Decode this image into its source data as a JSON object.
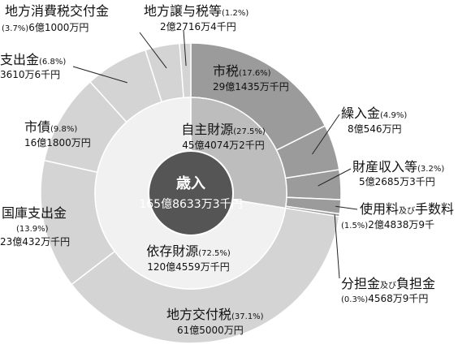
{
  "chart_data": {
    "type": "pie",
    "variant": "two-level donut",
    "colors": {
      "outer_own": "#9b9b9b",
      "outer_dep": "#d4d4d4",
      "inner_own": "#bdbdbd",
      "inner_dep": "#f1f1f1",
      "center": "#555555",
      "stroke": "#ffffff",
      "leader": "#222222"
    },
    "center": {
      "label": "歳入",
      "value": "165億8633万3千円"
    },
    "inner": [
      {
        "name": "自主財源",
        "pct": 27.5,
        "pct_text": "(27.5%)",
        "value": "45億4074万2千円",
        "group": "own"
      },
      {
        "name": "依存財源",
        "pct": 72.5,
        "pct_text": "(72.5%)",
        "value": "120億4559万千円",
        "group": "dep"
      }
    ],
    "outer": [
      {
        "name": "市税",
        "pct": 17.6,
        "pct_text": "(17.6%)",
        "value": "29億1435万千円",
        "group": "own"
      },
      {
        "name": "繰入金",
        "pct": 4.9,
        "pct_text": "(4.9%)",
        "value": "8億546万円",
        "group": "own"
      },
      {
        "name": "財産収入等",
        "pct": 3.2,
        "pct_text": "(3.2%)",
        "value": "5億2685万3千円",
        "group": "own"
      },
      {
        "name": "使用料",
        "name_small": "及び",
        "name2": "手数料",
        "pct": 1.5,
        "pct_text": "(1.5%)",
        "value": "2億4838万9千",
        "group": "own"
      },
      {
        "name": "分担金",
        "name_small": "及び",
        "name2": "負担金",
        "pct": 0.3,
        "pct_text": "(0.3%)",
        "value": "4568万9千円",
        "group": "own"
      },
      {
        "name": "地方交付税",
        "pct": 37.1,
        "pct_text": "(37.1%)",
        "value": "61億5000万円",
        "group": "dep"
      },
      {
        "name": "国庫支出金",
        "pct": 13.9,
        "pct_text": "(13.9%)",
        "value": "23億432万千円",
        "group": "dep"
      },
      {
        "name": "市債",
        "pct": 9.8,
        "pct_text": "(9.8%)",
        "value": "16億1800万円",
        "group": "dep"
      },
      {
        "name": "支出金",
        "pct": 6.8,
        "pct_text": "(6.8%)",
        "value": "3610万6千円",
        "group": "dep"
      },
      {
        "name": "地方消費税交付金",
        "pct": 3.7,
        "pct_text": "(3.7%)",
        "value": "6億1000万円",
        "group": "dep"
      },
      {
        "name": "地方譲与税等",
        "pct": 1.2,
        "pct_text": "(1.2%)",
        "value": "2億2716万4千円",
        "group": "dep"
      }
    ]
  }
}
